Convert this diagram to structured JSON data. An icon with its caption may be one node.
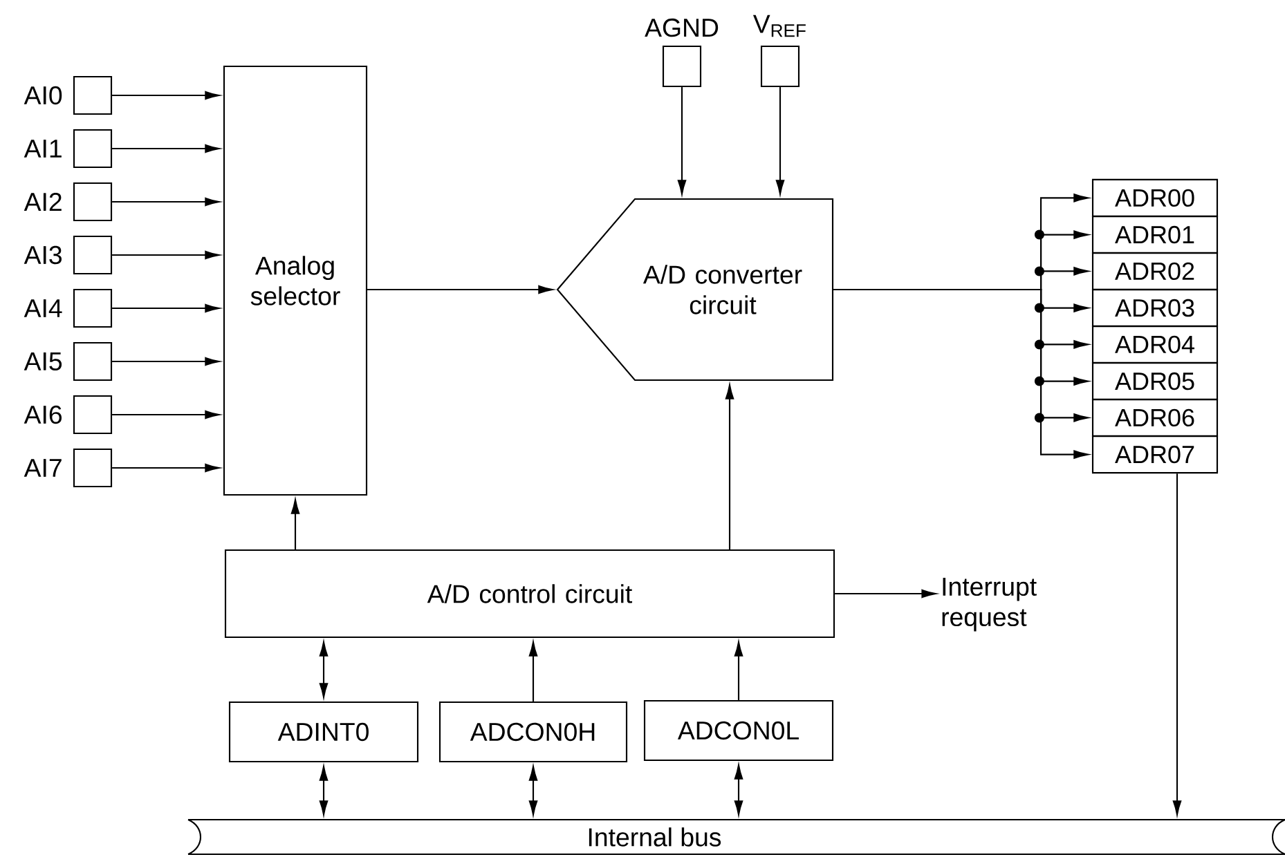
{
  "diagram": {
    "nodes": [
      {
        "text": [
          "AI0"
        ]
      },
      {
        "text": [
          "AI1"
        ]
      },
      {
        "text": [
          "AI2"
        ]
      },
      {
        "text": [
          "AI3"
        ]
      },
      {
        "text": [
          "AI4"
        ]
      },
      {
        "text": [
          "AI5"
        ]
      },
      {
        "text": [
          "AI6"
        ]
      },
      {
        "text": [
          "AI7"
        ]
      },
      {
        "text": [
          "Analog selector"
        ]
      },
      {
        "text": [
          "AGND"
        ]
      },
      {
        "text": [
          "V$_{REF}$"
        ]
      },
      {
        "text": [
          "A/D converter circuit"
        ]
      },
      {
        "text": [
          "ADR00"
        ]
      },
      {
        "text": [
          "ADR01"
        ]
      },
      {
        "text": [
          "ADR02"
        ]
      },
      {
        "text": [
          "ADR03"
        ]
      },
      {
        "text": [
          "ADR04"
        ]
      },
      {
        "text": [
          "ADR05"
        ]
      },
      {
        "text": [
          "ADR06"
        ]
      },
      {
        "text": [
          "ADR07"
        ]
      },
      {
        "text": [
          "A/D control circuit"
        ]
      },
      {
        "text": [
          "Interrupt request"
        ]
      },
      {
        "text": [
          "ADINT0"
        ]
      },
      {
        "text": [
          "ADCON0H"
        ]
      },
      {
        "text": [
          "ADCON0L"
        ]
      },
      {
        "text": [
          "Internal bus"
        ]
      }
    ],
    "edges": [
      {
        "from": 0,
        "to": 8,
        "arrow": "to"
      },
      {
        "from": 1,
        "to": 8,
        "arrow": "to"
      },
      {
        "from": 2,
        "to": 8,
        "arrow": "to"
      },
      {
        "from": 3,
        "to": 8,
        "arrow": "to"
      },
      {
        "from": 4,
        "to": 8,
        "arrow": "to"
      },
      {
        "from": 5,
        "to": 8,
        "arrow": "to"
      },
      {
        "from": 6,
        "to": 8,
        "arrow": "to"
      },
      {
        "from": 7,
        "to": 8,
        "arrow": "to"
      },
      {
        "from": 8,
        "to": 11,
        "arrow": "to"
      },
      {
        "from": 9,
        "to": 11,
        "arrow": "to"
      },
      {
        "from": 10,
        "to": 11,
        "arrow": "to"
      },
      {
        "from": 20,
        "to": 8,
        "arrow": "to"
      },
      {
        "from": 20,
        "to": 11,
        "arrow": "to"
      },
      {
        "from": 11,
        "to": 12,
        "arrow": "to"
      },
      {
        "from": 11,
        "to": 13,
        "arrow": "to"
      },
      {
        "from": 11,
        "to": 14,
        "arrow": "to"
      },
      {
        "from": 11,
        "to": 15,
        "arrow": "to"
      },
      {
        "from": 11,
        "to": 16,
        "arrow": "to"
      },
      {
        "from": 11,
        "to": 17,
        "arrow": "to"
      },
      {
        "from": 11,
        "to": 18,
        "arrow": "to"
      },
      {
        "from": 11,
        "to": 19,
        "arrow": "to"
      },
      {
        "from": 19,
        "to": 25,
        "arrow": "to"
      },
      {
        "from": 20,
        "to": 21,
        "arrow": "to"
      },
      {
        "from": 22,
        "to": 20,
        "arrow": "both"
      },
      {
        "from": 23,
        "to": 20,
        "arrow": "to"
      },
      {
        "from": 24,
        "to": 20,
        "arrow": "to"
      },
      {
        "from": 22,
        "to": 25,
        "arrow": "both"
      },
      {
        "from": 23,
        "to": 25,
        "arrow": "both"
      },
      {
        "from": 24,
        "to": 25,
        "arrow": "both"
      }
    ]
  }
}
